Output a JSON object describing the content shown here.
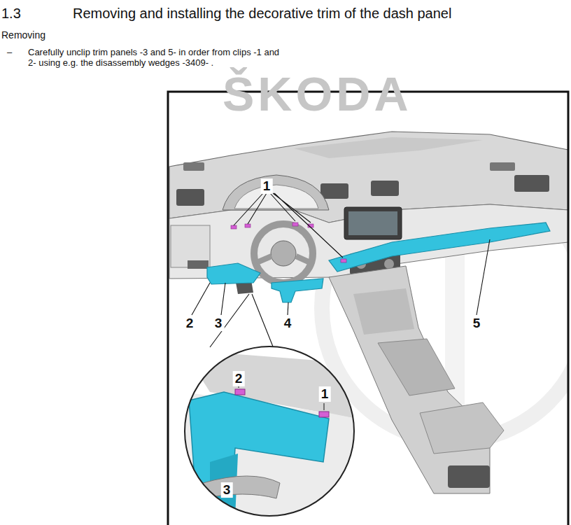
{
  "diagram": {
    "title": "Removing and installing the decorative trim of the dash panel",
    "labels": [
      "1.3",
      "Removing",
      "–",
      "Carefully unclip trim panels -3 and 5- in order from clips -1 and 2- using e.g. the disassembly wedges -3409- .",
      "ŠKODA",
      "1",
      "2",
      "3",
      "4",
      "5",
      "2",
      "1",
      "3"
    ]
  }
}
